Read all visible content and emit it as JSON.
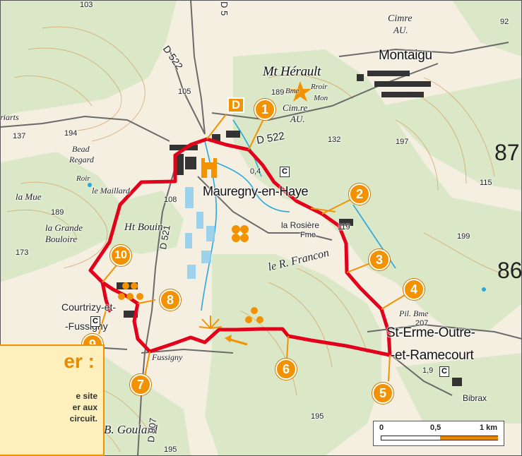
{
  "legend": {
    "heading": "er :",
    "line1": "e site",
    "line2": "er aux",
    "line3": "circuit."
  },
  "scale": {
    "tick0": "0",
    "tick1": "0,5",
    "tick2": "1 km"
  },
  "waypoints": [
    {
      "label": "1"
    },
    {
      "label": "2"
    },
    {
      "label": "3"
    },
    {
      "label": "4"
    },
    {
      "label": "5"
    },
    {
      "label": "6"
    },
    {
      "label": "7"
    },
    {
      "label": "8"
    },
    {
      "label": "9"
    },
    {
      "label": "10"
    }
  ],
  "start_marker": "D",
  "places": {
    "mauregny": "Mauregny-en-Haye",
    "montaigu": "Montaigu",
    "mt_herault": "Mt Hérault",
    "st_erme_1": "St-Erme-Outre-",
    "st_erme_2": "-et-Ramecourt",
    "courtrizy_1": "Courtrizy-et-",
    "courtrizy_2": "-Fussigny",
    "la_rosiere": "la Rosière",
    "fme": "Fme",
    "ht_bouin": "Ht Bouin",
    "la_grande": "la Grande",
    "bouloire": "Bouloire",
    "la_mue": "la Mue",
    "le_maillard": "le Maillard",
    "bead": "Bead",
    "regard": "Regard",
    "ru_francon": "le R. Francon",
    "fussigny": "Fussigny",
    "b_goulard": "B. Goulard",
    "pil_b": "Pil. Bme",
    "bibrax": "Bibrax",
    "cimre_top": "Cimre",
    "au_top": "AU.",
    "cim_mid": "Cim.re",
    "au_mid": "AU.",
    "roir_left": "Roir",
    "roir_right": "Rroir",
    "mon": "Mon",
    "b_mark": "Bme",
    "riarts": "riarts",
    "d522_a": "D 522",
    "d522_b": "D 522",
    "d521": "D 521",
    "d907": "D 907",
    "d5": "D 5"
  },
  "elevations": {
    "e103": "103",
    "e92": "92",
    "e105": "105",
    "e137": "137",
    "e194": "194",
    "e189a": "189",
    "e189b": "189",
    "e108": "108",
    "e173": "173",
    "e132": "132",
    "e197": "197",
    "e115": "115",
    "e119": "119",
    "e199": "199",
    "e207": "207",
    "e195a": "195",
    "e195b": "195",
    "e04": "0,4",
    "e19": "1,9"
  },
  "campsite_c": [
    "C",
    "C",
    "C"
  ],
  "corner_numbers": [
    "87",
    "86"
  ],
  "colors": {
    "route": "#e3001b",
    "accent": "#f39200",
    "forest": "#dbe8c8",
    "water": "#2aa8de",
    "contour": "#d49a5a"
  }
}
